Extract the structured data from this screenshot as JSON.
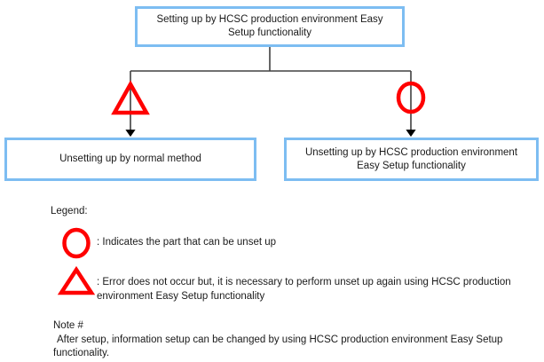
{
  "diagram": {
    "title_box": {
      "label": "Setting up by HCSC production environment Easy Setup functionality"
    },
    "branches": [
      {
        "marker": "warning-triangle-icon",
        "marker_color": "#ff0000",
        "box_label": "Unsetting up by normal method"
      },
      {
        "marker": "circle-icon",
        "marker_color": "#ff0000",
        "box_label": "Unsetting up by HCSC production environment Easy Setup functionality"
      }
    ],
    "box_border_color": "#7dbdf2",
    "connector_color": "#404040"
  },
  "legend": {
    "heading": "Legend:",
    "entries": [
      {
        "marker": "circle-icon",
        "marker_color": "#ff0000",
        "text": ": Indicates the part that can be unset up"
      },
      {
        "marker": "warning-triangle-icon",
        "marker_color": "#ff0000",
        "text": ": Error does not occur  but, it is necessary to perform unset up again using HCSC production environment Easy Setup functionality"
      }
    ]
  },
  "note": {
    "heading": "Note #",
    "body": "After setup, information setup can be changed by using HCSC production environment Easy Setup functionality."
  }
}
